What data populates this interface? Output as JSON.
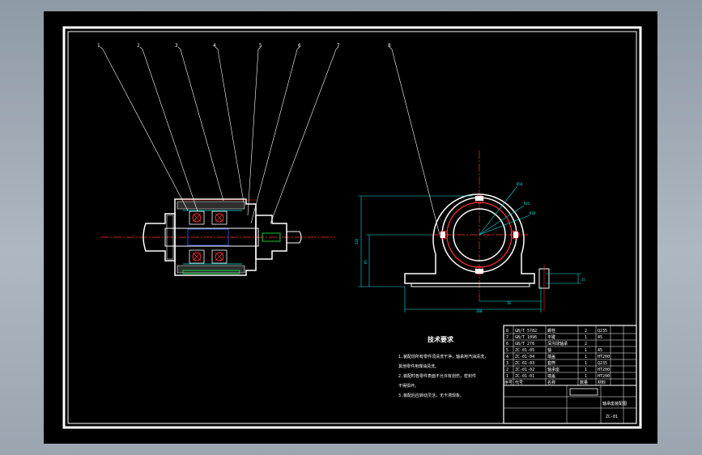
{
  "colors": {
    "background": "#000000",
    "outline": "#ffffff",
    "centerline": "#ff3030",
    "dimension": "#00e5e5",
    "bearing": "#ff3030",
    "leader": "#ffffff",
    "green": "#00ff40"
  },
  "callouts": [
    "1",
    "2",
    "3",
    "4",
    "5",
    "6",
    "7",
    "8"
  ],
  "dimensions": {
    "height": "130",
    "center_height": "65",
    "base_length": "200",
    "bolt_spacing": "70",
    "base_thickness": "15",
    "radius_outer": "R50",
    "radius_mid": "R45",
    "radius_inner": "R30"
  },
  "notes": {
    "title": "技术要求",
    "lines": [
      "1.装配前所有零件须清洗干净，轴承用汽油清洗，",
      "其他零件用煤油清洗。",
      "2.装配时各零件表面不允许有划伤，密封件",
      "不得损坏。",
      "3.装配后应转动灵活，无卡滞现象。"
    ]
  },
  "title_block": {
    "parts": [
      [
        "8",
        "GB/T 5782",
        "螺栓",
        "2",
        "Q235"
      ],
      [
        "7",
        "GB/T 1096",
        "平键",
        "1",
        "45"
      ],
      [
        "6",
        "GB/T 276",
        "深沟球轴承",
        "2",
        ""
      ],
      [
        "5",
        "ZC-01-05",
        "轴",
        "1",
        "45"
      ],
      [
        "4",
        "ZC-01-04",
        "端盖",
        "1",
        "HT200"
      ],
      [
        "3",
        "ZC-01-03",
        "套筒",
        "1",
        "Q235"
      ],
      [
        "2",
        "ZC-01-02",
        "轴承座",
        "1",
        "HT200"
      ],
      [
        "1",
        "ZC-01-01",
        "端盖",
        "1",
        "HT200"
      ]
    ],
    "header": [
      "序号",
      "代号",
      "名称",
      "数量",
      "材料"
    ],
    "drawing_name": "轴承座装配图",
    "drawing_number": "ZC-01"
  }
}
